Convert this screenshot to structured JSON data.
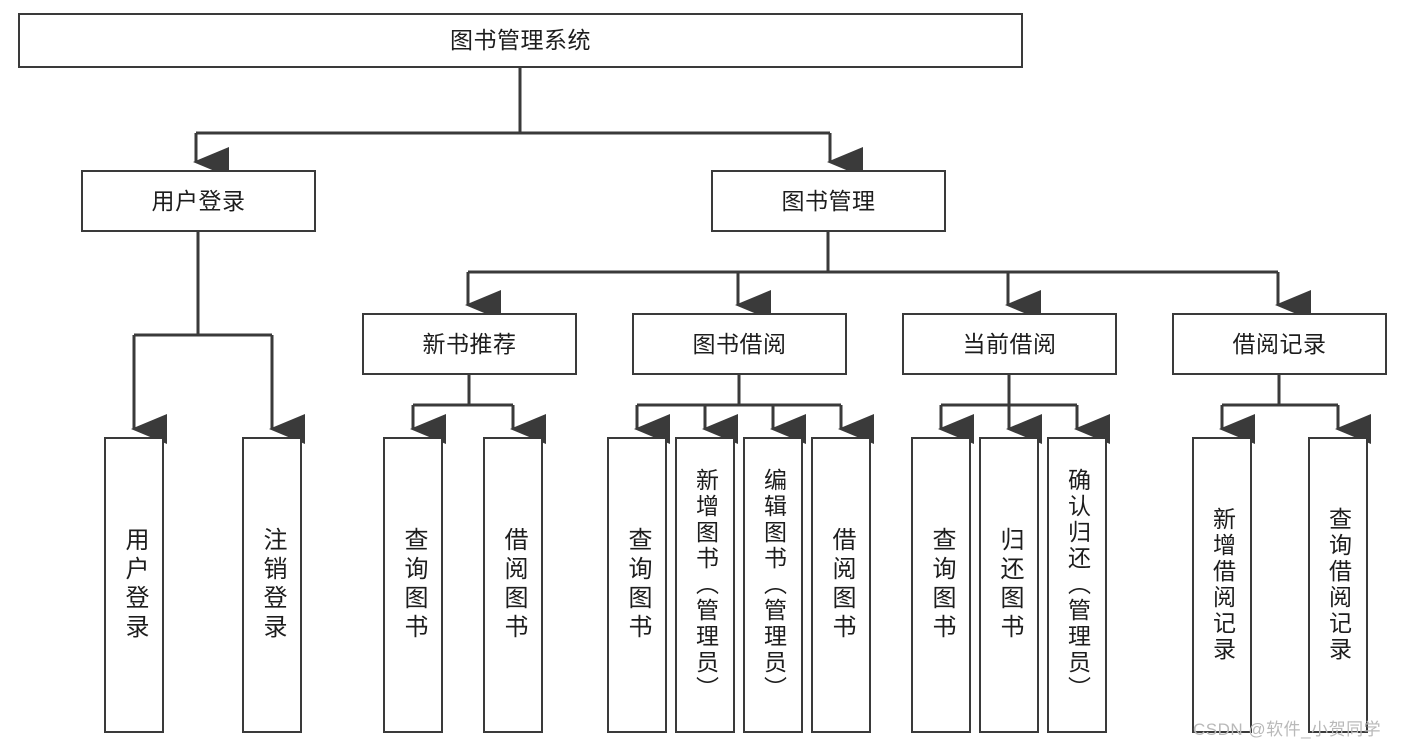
{
  "diagram": {
    "title": "图书管理系统",
    "type": "tree-hierarchy-diagram",
    "orientation": "top-down",
    "colors": {
      "background": "#ffffff",
      "node_border": "#3a3a3a",
      "node_fill": "#ffffff",
      "edge": "#3a3a3a",
      "text": "#1d1d1d",
      "watermark": "#b9b9b9"
    }
  },
  "nodes": {
    "root": {
      "label": "图书管理系统"
    },
    "level1": [
      {
        "id": "user-login",
        "label": "用户登录"
      },
      {
        "id": "book-manage",
        "label": "图书管理"
      }
    ],
    "level2": [
      {
        "id": "new-book-recommend",
        "label": "新书推荐"
      },
      {
        "id": "book-borrow",
        "label": "图书借阅"
      },
      {
        "id": "current-borrow",
        "label": "当前借阅"
      },
      {
        "id": "borrow-record",
        "label": "借阅记录"
      }
    ],
    "leaves": {
      "user_login": [
        {
          "id": "leaf-user-login",
          "label": "用户登录"
        },
        {
          "id": "leaf-logout-login",
          "label": "注销登录"
        }
      ],
      "new_book_recommend": [
        {
          "id": "leaf-query-book-1",
          "label": "查询图书"
        },
        {
          "id": "leaf-borrow-book-1",
          "label": "借阅图书"
        }
      ],
      "book_borrow": [
        {
          "id": "leaf-query-book-2",
          "label": "查询图书"
        },
        {
          "id": "leaf-add-book",
          "label": "新增图书（管理员）"
        },
        {
          "id": "leaf-edit-book",
          "label": "编辑图书（管理员）"
        },
        {
          "id": "leaf-borrow-book-2",
          "label": "借阅图书"
        }
      ],
      "current_borrow": [
        {
          "id": "leaf-query-book-3",
          "label": "查询图书"
        },
        {
          "id": "leaf-return-book",
          "label": "归还图书"
        },
        {
          "id": "leaf-confirm-return",
          "label": "确认归还（管理员）"
        }
      ],
      "borrow_record": [
        {
          "id": "leaf-add-record",
          "label": "新增借阅记录"
        },
        {
          "id": "leaf-query-record",
          "label": "查询借阅记录"
        }
      ]
    }
  },
  "watermark": {
    "text": "CSDN @软件_小贺同学"
  }
}
